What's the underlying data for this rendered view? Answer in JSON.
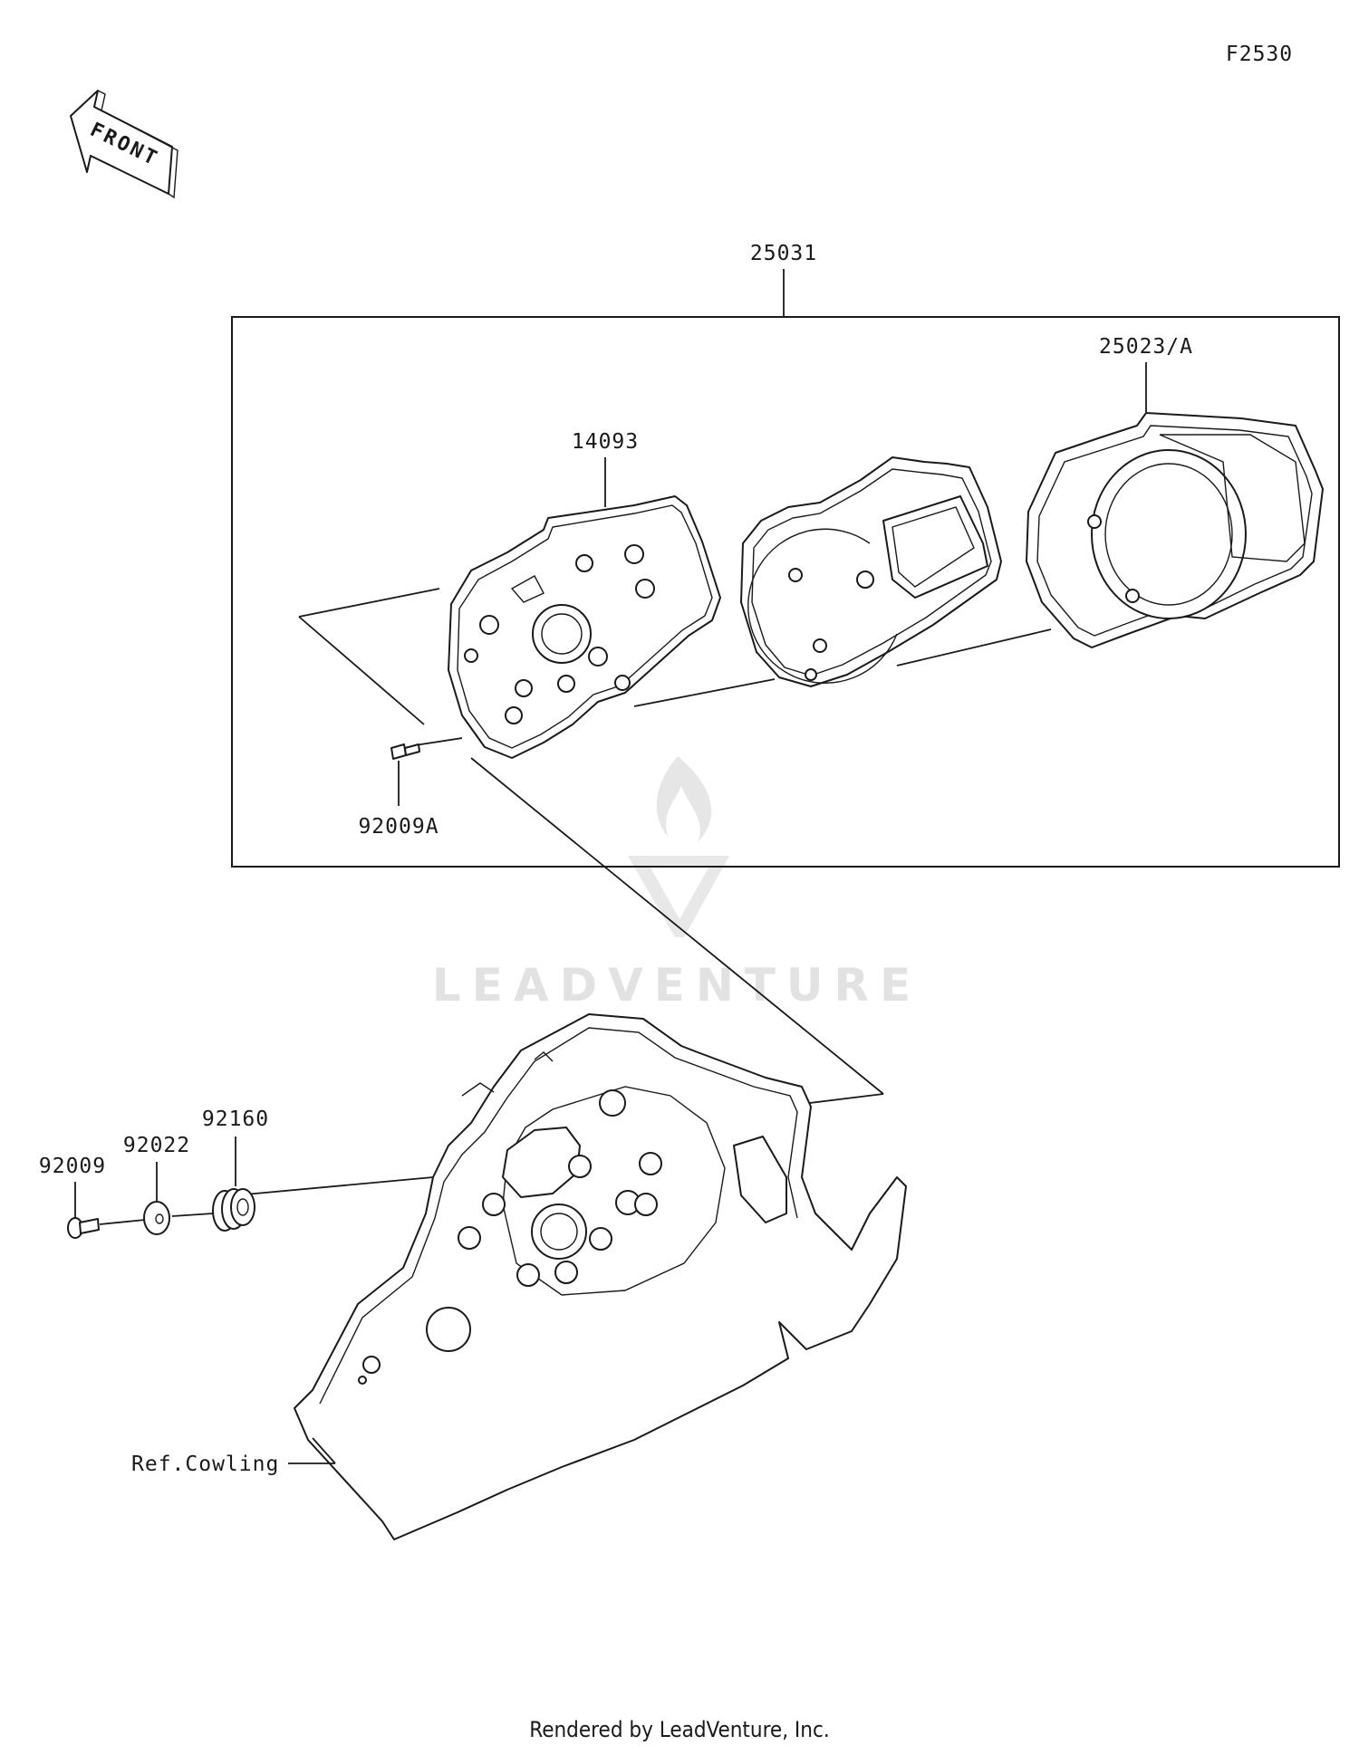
{
  "diagram_id": "F2530",
  "front_label": "FRONT",
  "callouts": {
    "assembly": "25031",
    "cover": "25023/A",
    "case": "14093",
    "screw_a": "92009A",
    "screw": "92009",
    "washer": "92022",
    "grommet": "92160",
    "cowling": "Ref.Cowling"
  },
  "watermark": "LEADVENTURE",
  "footer": "Rendered by LeadVenture, Inc."
}
